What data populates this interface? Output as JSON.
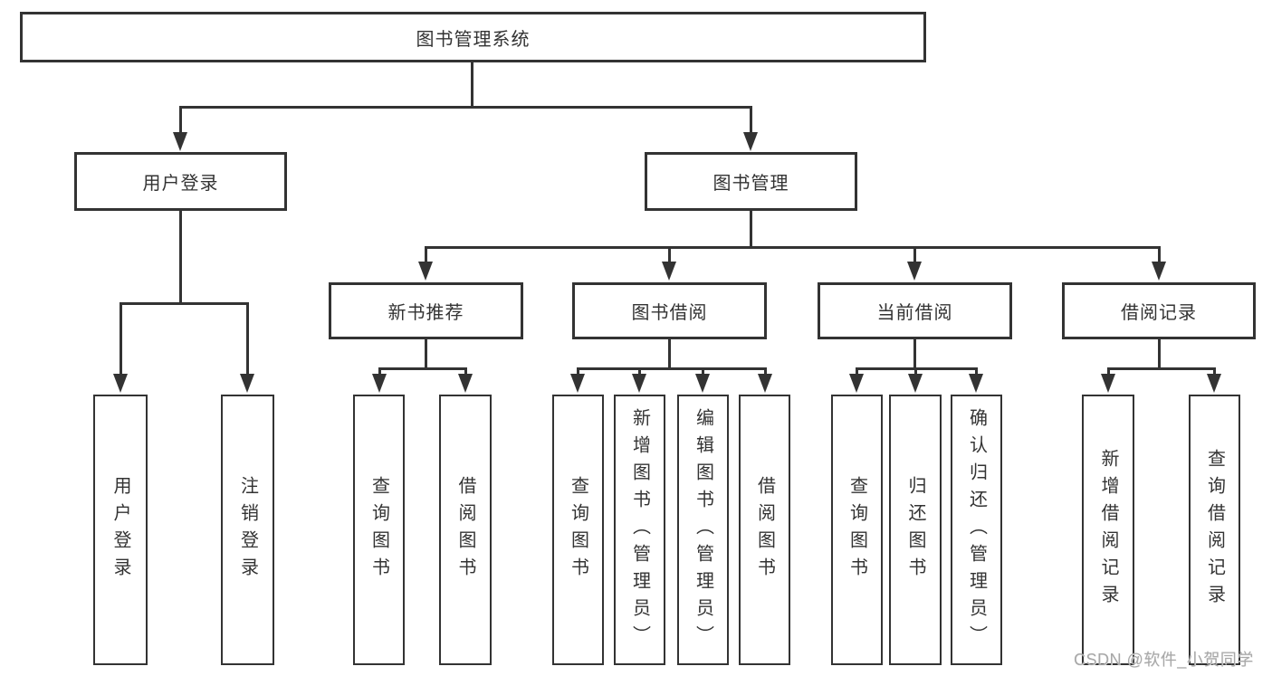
{
  "diagram_type": "hierarchy-tree",
  "colors": {
    "line": "#333333",
    "box_border": "#333333",
    "box_fill": "#ffffff",
    "text": "#333333",
    "watermark": "#a8a8a8"
  },
  "tree": {
    "label": "图书管理系统",
    "children": [
      {
        "label": "用户登录",
        "children": [
          {
            "label": "用户登录"
          },
          {
            "label": "注销登录"
          }
        ]
      },
      {
        "label": "图书管理",
        "children": [
          {
            "label": "新书推荐",
            "children": [
              {
                "label": "查询图书"
              },
              {
                "label": "借阅图书"
              }
            ]
          },
          {
            "label": "图书借阅",
            "children": [
              {
                "label": "查询图书"
              },
              {
                "label": "新增图书（管理员）"
              },
              {
                "label": "编辑图书（管理员）"
              },
              {
                "label": "借阅图书"
              }
            ]
          },
          {
            "label": "当前借阅",
            "children": [
              {
                "label": "查询图书"
              },
              {
                "label": "归还图书"
              },
              {
                "label": "确认归还（管理员）"
              }
            ]
          },
          {
            "label": "借阅记录",
            "children": [
              {
                "label": "新增借阅记录"
              },
              {
                "label": "查询借阅记录"
              }
            ]
          }
        ]
      }
    ]
  },
  "watermark": {
    "text": "CSDN @软件_小贺同学"
  }
}
